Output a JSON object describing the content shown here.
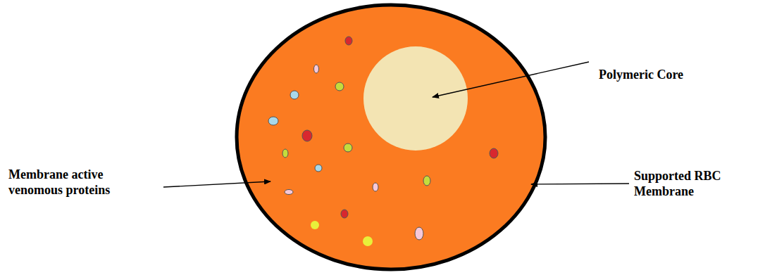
{
  "diagram": {
    "labels": [
      "Polymeric Core",
      "Supported RBC Membrane",
      "Membrane active venomous proteins"
    ]
  }
}
